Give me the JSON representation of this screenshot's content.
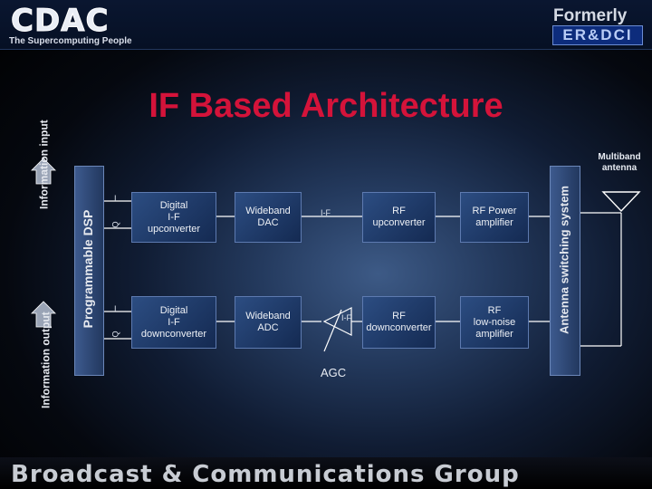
{
  "header": {
    "logo_text": "CDAC",
    "tagline": "The Supercomputing People",
    "formerly_label": "Formerly",
    "former_name": "ER&DCI"
  },
  "title": "IF Based Architecture",
  "side_labels": {
    "info_input": "Information input",
    "info_output": "Information output",
    "dsp": "Programmable DSP",
    "antenna_switch": "Antenna switching system",
    "multiband": "Multiband antenna"
  },
  "blocks": {
    "digital_upconverter": [
      "Digital",
      "I-F",
      "upconverter"
    ],
    "wideband_dac": [
      "Wideband",
      "DAC"
    ],
    "rf_upconverter": [
      "RF",
      "upconverter"
    ],
    "rf_power_amp": [
      "RF Power",
      "amplifier"
    ],
    "digital_downconverter": [
      "Digital",
      "I-F",
      "downconverter"
    ],
    "wideband_adc": [
      "Wideband",
      "ADC"
    ],
    "rf_downconverter": [
      "RF",
      "downconverter"
    ],
    "rf_lna": [
      "RF",
      "low-noise",
      "amplifier"
    ]
  },
  "signal_labels": {
    "i_top": "I",
    "q_top": "Q",
    "i_bottom": "I",
    "q_bottom": "Q",
    "if_top": "I-F",
    "if_bottom": "I-F",
    "agc": "AGC"
  },
  "footer": "Broadcast & Communications Group",
  "colors": {
    "title": "#d4133a",
    "block_fill": "#1f3b6b",
    "bar_fill": "#2e4a7a"
  }
}
